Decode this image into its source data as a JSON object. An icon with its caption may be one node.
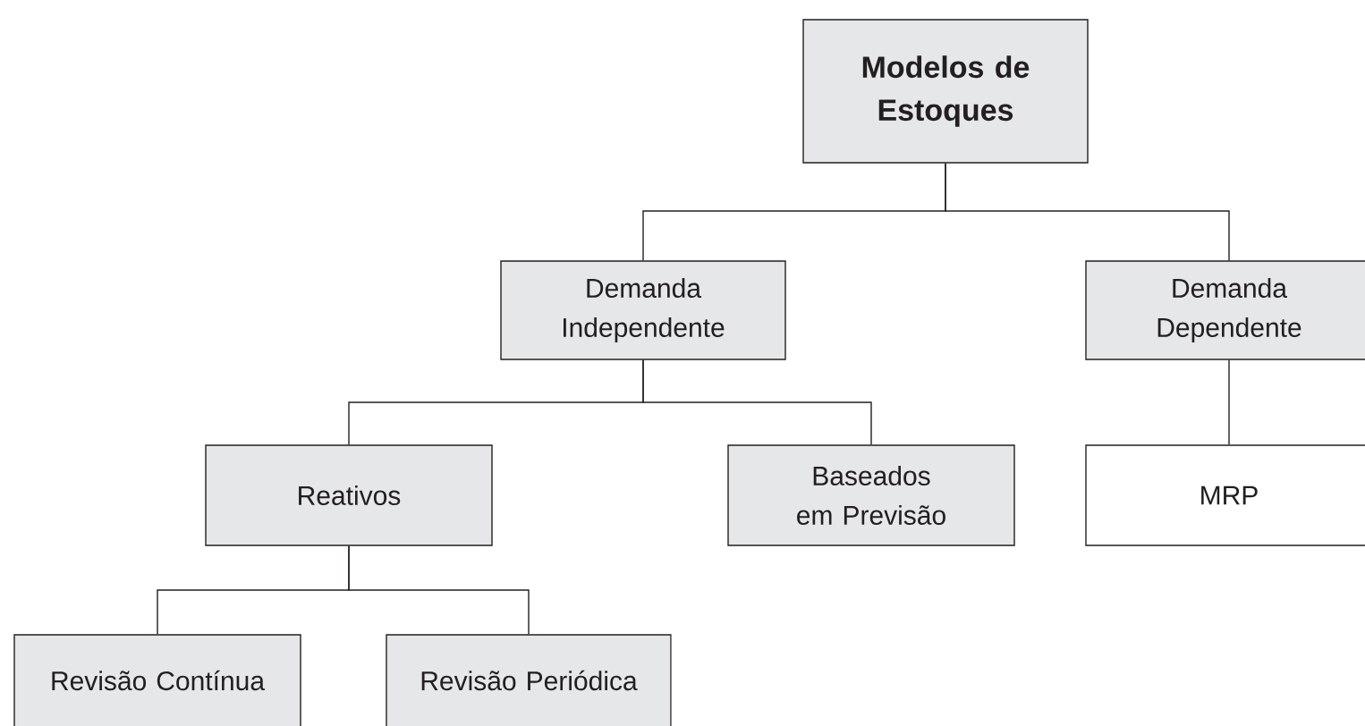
{
  "diagram": {
    "nodes": [
      {
        "text": [
          "Modelos de Estoques"
        ]
      },
      {
        "text": [
          "Demanda Independente"
        ]
      },
      {
        "text": [
          "Demanda Dependente"
        ]
      },
      {
        "text": [
          "Reativos"
        ]
      },
      {
        "text": [
          "Baseados em Previsão"
        ]
      },
      {
        "text": [
          "MRP"
        ]
      },
      {
        "text": [
          "Revisão Contínua"
        ]
      },
      {
        "text": [
          "Revisão Periódica"
        ]
      }
    ],
    "edges": [
      {
        "from": 0,
        "to": 1,
        "arrow": "none"
      },
      {
        "from": 0,
        "to": 2,
        "arrow": "none"
      },
      {
        "from": 1,
        "to": 3,
        "arrow": "none"
      },
      {
        "from": 1,
        "to": 4,
        "arrow": "none"
      },
      {
        "from": 2,
        "to": 5,
        "arrow": "none"
      },
      {
        "from": 3,
        "to": 6,
        "arrow": "none"
      },
      {
        "from": 3,
        "to": 7,
        "arrow": "none"
      }
    ]
  }
}
